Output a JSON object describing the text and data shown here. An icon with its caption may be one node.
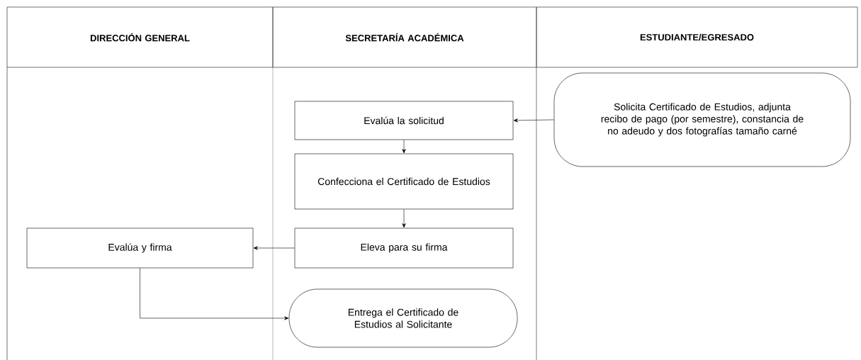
{
  "diagram": {
    "nodes": [
      {
        "text": [
          "DIRECCIÓN GENERAL"
        ]
      },
      {
        "text": [
          "SECRETARÍA ACADÉMICA"
        ]
      },
      {
        "text": [
          "ESTUDIANTE/EGRESADO"
        ]
      },
      {
        "text": [
          "Solicita Certificado de Estudios, adjunta recibo de pago (por semestre), constancia de no adeudo y dos fotografías tamaño carné"
        ]
      },
      {
        "text": [
          "Evalúa la solicitud"
        ]
      },
      {
        "text": [
          "Confecciona el Certificado de Estudios"
        ]
      },
      {
        "text": [
          "Eleva para su firma"
        ]
      },
      {
        "text": [
          "Evalúa y firma"
        ]
      },
      {
        "text": [
          "Entrega el Certificado de Estudios al Solicitante"
        ]
      }
    ],
    "edges": [
      {
        "from": 3,
        "to": 4,
        "arrow": "to"
      },
      {
        "from": 4,
        "to": 5,
        "arrow": "to"
      },
      {
        "from": 5,
        "to": 6,
        "arrow": "to"
      },
      {
        "from": 6,
        "to": 7,
        "arrow": "to"
      },
      {
        "from": 7,
        "to": 8,
        "arrow": "to"
      }
    ]
  }
}
